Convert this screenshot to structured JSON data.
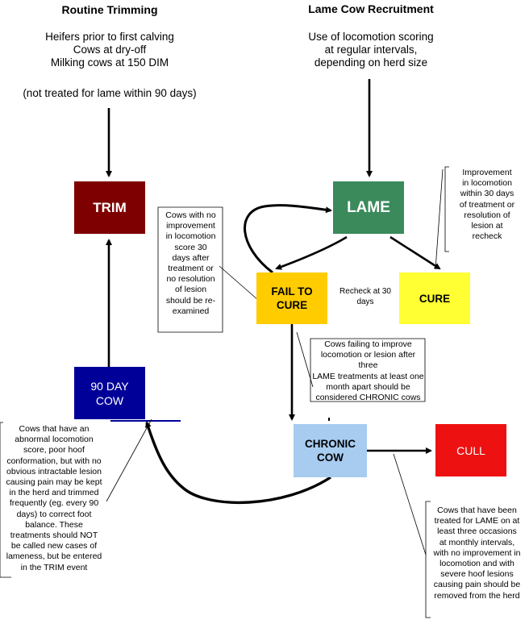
{
  "left_column": {
    "heading": "Routine Trimming",
    "lines": [
      "Heifers prior to first calving",
      "Cows at dry-off",
      "Milking cows at 150 DIM"
    ],
    "footnote": "(not treated for lame within 90 days)"
  },
  "right_column": {
    "heading": "Lame Cow Recruitment",
    "lines": [
      "Use of locomotion scoring",
      "at regular intervals,",
      "depending on herd size"
    ]
  },
  "nodes": {
    "trim": {
      "label": "TRIM",
      "color": "#7f0000"
    },
    "lame": {
      "label": "LAME",
      "color": "#3a8a5c"
    },
    "fail_to_cure": {
      "lines": [
        "FAIL TO",
        "CURE"
      ],
      "color": "#ffcc00"
    },
    "cure": {
      "label": "CURE",
      "color": "#ffff33"
    },
    "ninety_day_cow": {
      "lines": [
        "90 DAY",
        "COW"
      ],
      "color": "#000099"
    },
    "chronic_cow": {
      "lines": [
        "CHRONIC",
        "COW"
      ],
      "color": "#a8ccf0"
    },
    "cull": {
      "label": "CULL",
      "color": "#ee1111"
    }
  },
  "edge_labels": {
    "recheck": [
      "Recheck at 30",
      "days"
    ]
  },
  "notes": {
    "improvement": [
      "Improvement",
      "in locomotion",
      "within 30 days",
      "of treatment or",
      "resolution of",
      "lesion at",
      "recheck"
    ],
    "no_improvement": [
      "Cows with no",
      "improvement",
      "in locomotion",
      "score 30",
      "days after",
      "treatment or",
      "no resolution",
      "of lesion",
      "should be re-",
      "examined"
    ],
    "failing": [
      "Cows failing to improve",
      "locomotion or lesion after three",
      "LAME treatments at least one",
      "month apart should be",
      "considered CHRONIC cows"
    ],
    "abnormal": [
      "Cows that have an",
      "abnormal locomotion",
      "score, poor hoof",
      "conformation, but with no",
      "obvious intractable lesion",
      "causing pain may be kept",
      "in the herd and trimmed",
      "frequently (eg. every 90",
      "days) to correct foot",
      "balance. These",
      "treatments should NOT",
      "be called new cases of",
      "lameness, but be entered",
      "in the TRIM event"
    ],
    "treated": [
      "Cows that have been",
      "treated for LAME on at",
      "least three occasions",
      "at monthly intervals,",
      "with no improvement in",
      "locomotion and with",
      "severe hoof lesions",
      "causing pain should be",
      "removed from the herd"
    ]
  }
}
